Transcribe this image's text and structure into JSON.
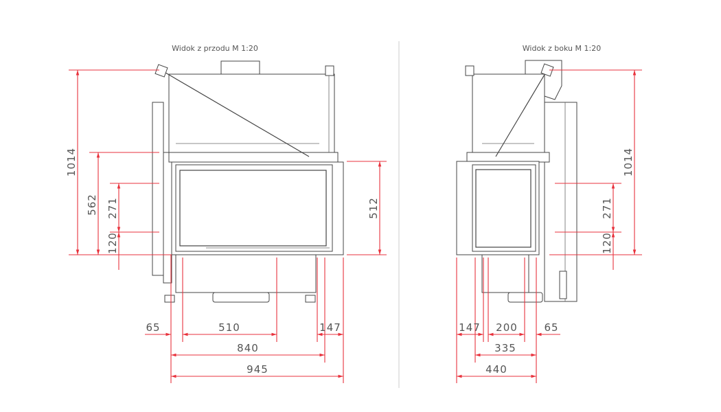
{
  "front_view": {
    "title": "Widok z przodu M 1:20",
    "dimensions": {
      "total_height": "1014",
      "door_height": "562",
      "rail_spacing": "271",
      "rail_offset": "120",
      "glass_height": "512",
      "left_offset": "65",
      "rail_width": "510",
      "right_offset": "147",
      "inner_width": "840",
      "total_width": "945"
    }
  },
  "side_view": {
    "title": "Widok z boku M 1:20",
    "dimensions": {
      "total_height": "1014",
      "rail_spacing": "271",
      "rail_offset": "120",
      "left_offset": "147",
      "rail_width": "200",
      "right_offset": "65",
      "inner_width": "335",
      "total_width": "440"
    }
  },
  "colors": {
    "dimension": "#e8323c",
    "outline": "#444444"
  }
}
